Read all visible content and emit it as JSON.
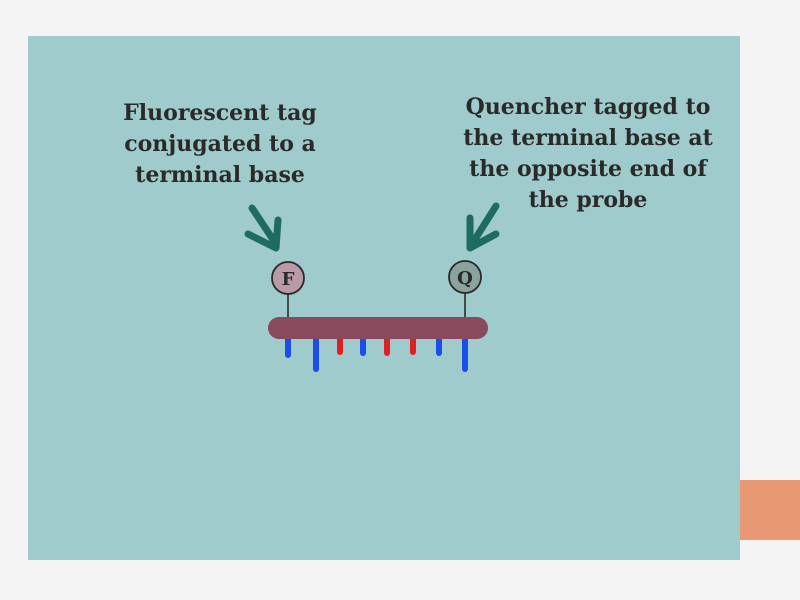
{
  "fluorescent_label": {
    "lines": [
      "Fluorescent tag",
      "conjugated to a",
      "terminal base"
    ]
  },
  "quencher_label": {
    "lines": [
      "Quencher tagged to",
      "the terminal base at",
      "the opposite end of",
      "the probe"
    ]
  },
  "fluorophore_letter": "F",
  "quencher_letter": "Q",
  "colors": {
    "background": "#9fcbcc",
    "arrow": "#1e6b62",
    "probe_backbone": "#8a4a5e",
    "base_blue": "#1a4ee8",
    "base_red": "#e02020",
    "accent": "#e89873"
  }
}
